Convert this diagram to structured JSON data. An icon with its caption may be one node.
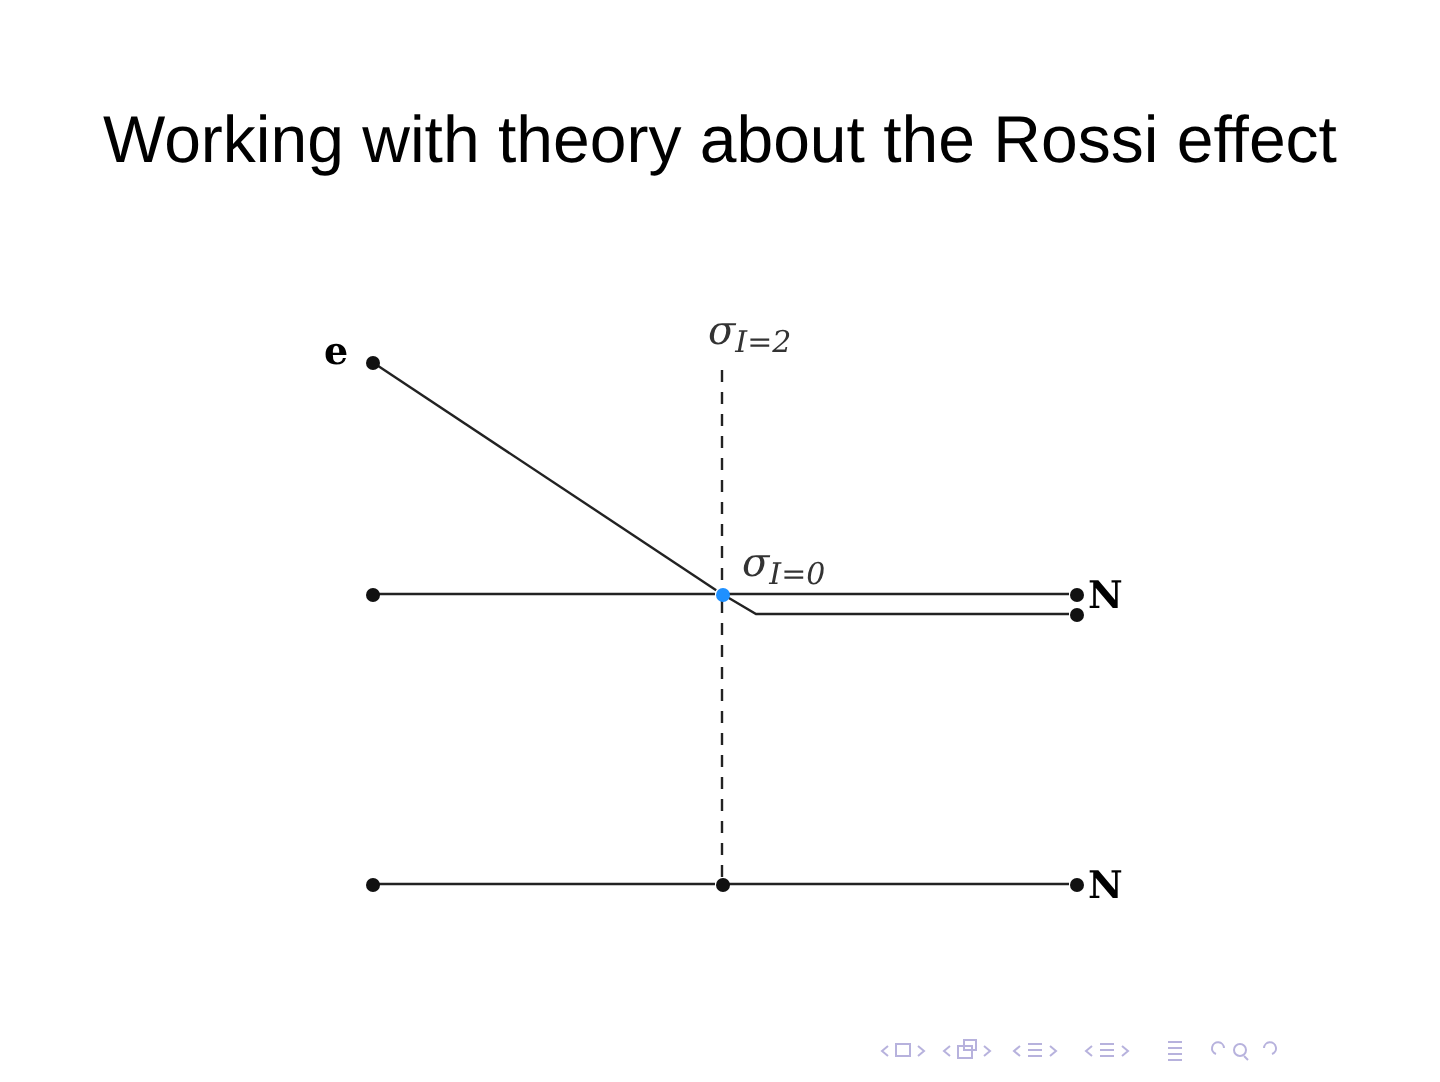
{
  "diagram": {
    "title": "Working with theory about the Rossi effect",
    "nodes": [
      {
        "text": [],
        "shape": "circle",
        "beside": [
          "e"
        ]
      },
      {
        "text": [],
        "shape": "circle"
      },
      {
        "text": [],
        "shape": "circle"
      },
      {
        "text": [],
        "shape": "circle",
        "beside": [
          "N"
        ]
      },
      {
        "text": [],
        "shape": "circle"
      },
      {
        "text": [],
        "shape": "circle"
      },
      {
        "text": [],
        "shape": "circle"
      },
      {
        "text": [],
        "shape": "circle",
        "beside": [
          "N"
        ]
      }
    ],
    "edges": [
      {
        "from": 0,
        "to": 2,
        "arrow": "none"
      },
      {
        "from": 1,
        "to": 2,
        "arrow": "none"
      },
      {
        "from": 2,
        "to": 3,
        "arrow": "none"
      },
      {
        "from": 2,
        "to": 4,
        "arrow": "none"
      },
      {
        "from": 5,
        "to": 6,
        "arrow": "none"
      },
      {
        "from": 6,
        "to": 7,
        "arrow": "none"
      },
      {
        "from": null,
        "to": 2,
        "arrow": "none",
        "style": "dashed"
      },
      {
        "from": 2,
        "to": 6,
        "arrow": "none",
        "style": "dashed"
      }
    ],
    "labels": [
      "σ$_{I=2}$",
      "σ$_{I=0}$"
    ]
  }
}
